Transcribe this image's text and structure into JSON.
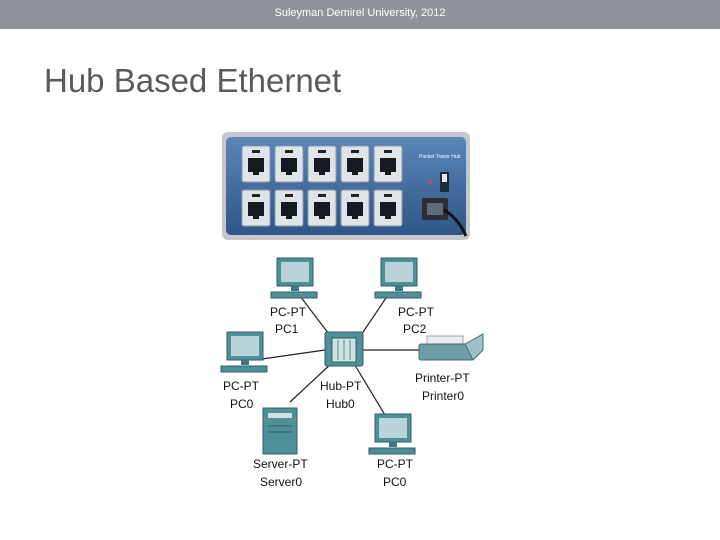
{
  "header": {
    "text": "Suleyman Demirel University, 2012"
  },
  "title": "Hub Based Ethernet",
  "hub_panel": {
    "brand_label": "Packet Tracer Hub",
    "ports": [
      {
        "row": 0,
        "col": 0
      },
      {
        "row": 0,
        "col": 1
      },
      {
        "row": 0,
        "col": 2
      },
      {
        "row": 0,
        "col": 3
      },
      {
        "row": 0,
        "col": 4
      },
      {
        "row": 1,
        "col": 0
      },
      {
        "row": 1,
        "col": 1
      },
      {
        "row": 1,
        "col": 2
      },
      {
        "row": 1,
        "col": 3
      },
      {
        "row": 1,
        "col": 4
      }
    ]
  },
  "topology": {
    "nodes": {
      "pc1": {
        "type": "PC-PT",
        "name": "PC1"
      },
      "pc2": {
        "type": "PC-PT",
        "name": "PC2"
      },
      "pc0_left": {
        "type": "PC-PT",
        "name": "PC0"
      },
      "hub": {
        "type": "Hub-PT",
        "name": "Hub0"
      },
      "printer": {
        "type": "Printer-PT",
        "name": "Printer0"
      },
      "server": {
        "type": "Server-PT",
        "name": "Server0"
      },
      "pc0_bottom": {
        "type": "PC-PT",
        "name": "PC0"
      }
    }
  },
  "colors": {
    "header_bar": "#8e9499",
    "title": "#5a5a5a",
    "hub_body": "#3d6aa0",
    "device_teal": "#4f8f97",
    "screen": "#b9d4d8",
    "link": "#222222"
  }
}
